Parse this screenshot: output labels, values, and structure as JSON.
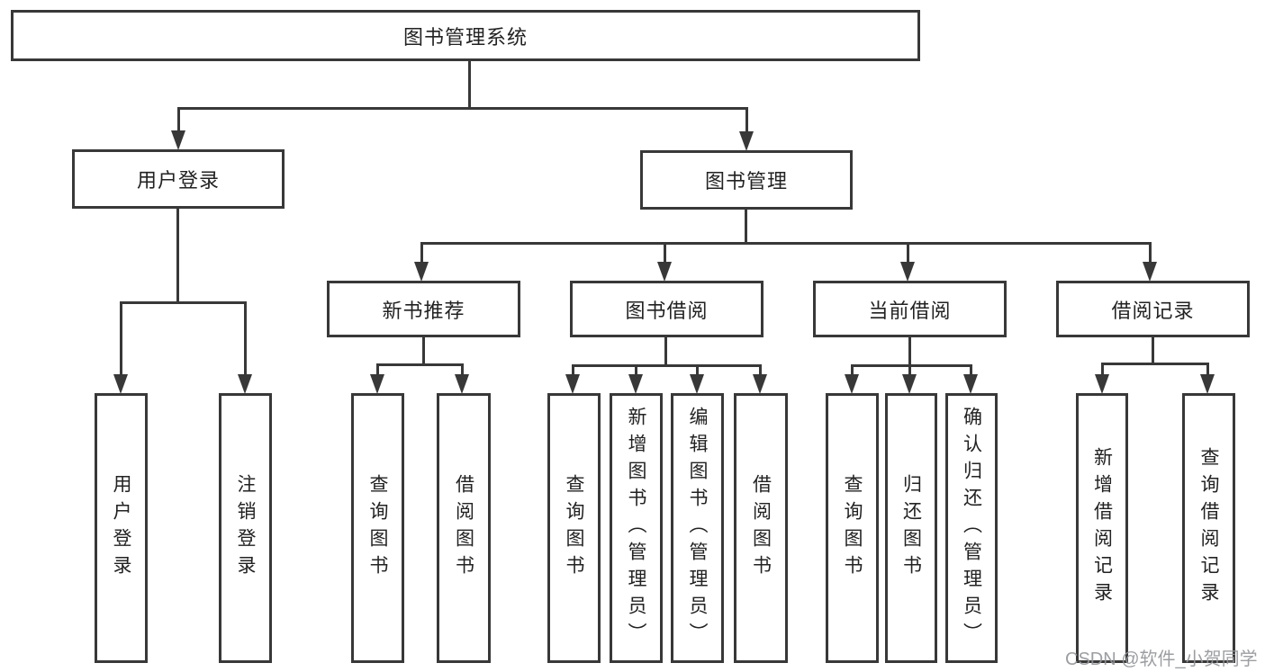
{
  "diagram": {
    "root": {
      "label": "图书管理系统"
    },
    "branches": [
      {
        "label": "用户登录",
        "children": [
          "用户登录",
          "注销登录"
        ]
      },
      {
        "label": "图书管理",
        "sections": [
          {
            "label": "新书推荐",
            "children": [
              "查询图书",
              "借阅图书"
            ]
          },
          {
            "label": "图书借阅",
            "children": [
              "查询图书",
              "新增图书（管理员）",
              "编辑图书（管理员）",
              "借阅图书"
            ]
          },
          {
            "label": "当前借阅",
            "children": [
              "查询图书",
              "归还图书",
              "确认归还（管理员）"
            ]
          },
          {
            "label": "借阅记录",
            "children": [
              "新增借阅记录",
              "查询借阅记录"
            ]
          }
        ]
      }
    ]
  },
  "watermark": {
    "text": "CSDN @软件_小贺同学"
  },
  "colors": {
    "line": "#383838",
    "background": "#ffffff",
    "watermark": "#949699"
  }
}
